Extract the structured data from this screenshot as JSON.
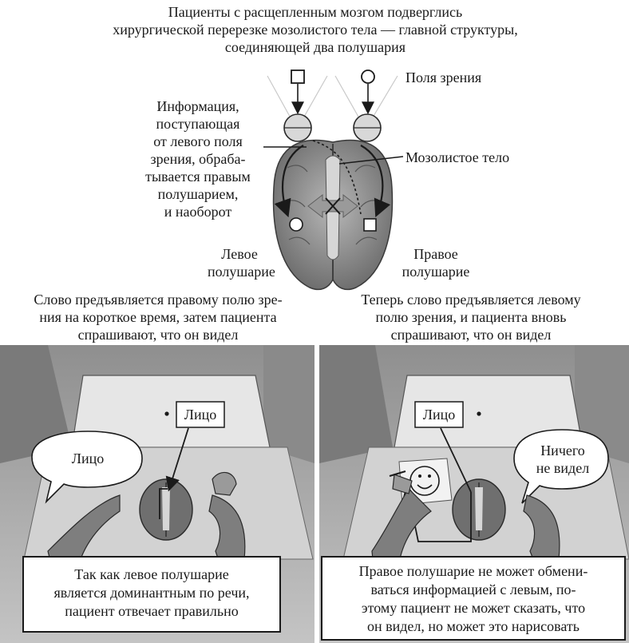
{
  "title_lines": [
    "Пациенты с расщепленным мозгом подверглись",
    "хирургической перерезке мозолистого тела — главной структуры,",
    "соединяющей два полушария"
  ],
  "labels": {
    "visual_fields": "Поля зрения",
    "corpus_callosum": "Мозолистое тело",
    "info_lines": [
      "Информация,",
      "поступающая",
      "от левого поля",
      "зрения, обраба-",
      "тывается правым",
      "полушарием,",
      "и наоборот"
    ],
    "left_hemisphere": [
      "Левое",
      "полушарие"
    ],
    "right_hemisphere": [
      "Правое",
      "полушарие"
    ]
  },
  "left_panel": {
    "caption": [
      "Слово предъявляется правому полю зре-",
      "ния на короткое время, затем пациента",
      "спрашивают, что он видел"
    ],
    "screen_word": "Лицо",
    "speech": "Лицо",
    "explanation": [
      "Так как левое полушарие",
      "является доминантным по речи,",
      "пациент отвечает правильно"
    ]
  },
  "right_panel": {
    "caption": [
      "Теперь слово предъявляется левому",
      "полю зрения, и пациента вновь",
      "спрашивают, что он видел"
    ],
    "screen_word": "Лицо",
    "speech": [
      "Ничего",
      "не видел"
    ],
    "explanation": [
      "Правое полушарие не может обмени-",
      "ваться информацией с левым, по-",
      "этому пациент не может сказать, что",
      "он видел, но может это нарисовать"
    ]
  },
  "colors": {
    "ink": "#1a1a1a",
    "brain": "#8a8a8a",
    "brain_dark": "#5e5e5e",
    "arrow": "#9a9a9a",
    "panel_bg": "#b0b0b0",
    "panel_dark": "#6f6f6f"
  }
}
